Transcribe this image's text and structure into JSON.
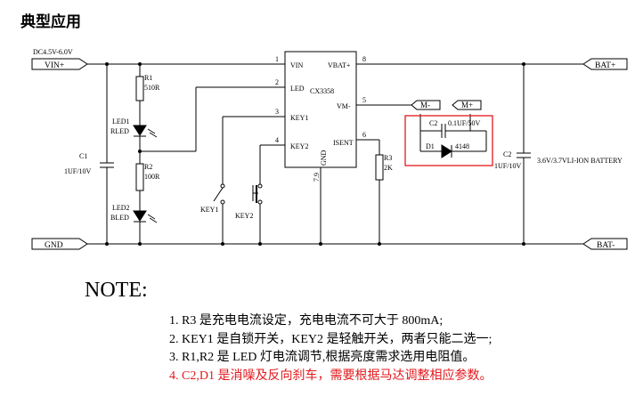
{
  "title": "典型应用",
  "schematic": {
    "input_voltage": "DC4.5V-6.0V",
    "ports": {
      "vin_plus": "VIN+",
      "gnd": "GND",
      "bat_plus": "BAT+",
      "bat_minus": "BAT-",
      "motor_minus": "M-",
      "motor_plus": "M+"
    },
    "chip": {
      "name": "CX3358",
      "pins_left": [
        {
          "num": "1",
          "name": "VIN"
        },
        {
          "num": "2",
          "name": "LED"
        },
        {
          "num": "3",
          "name": "KEY1"
        },
        {
          "num": "4",
          "name": "KEY2"
        }
      ],
      "pins_right": [
        {
          "num": "8",
          "name": "VBAT+"
        },
        {
          "num": "5",
          "name": "VM-"
        },
        {
          "num": "6",
          "name": "ISENT"
        }
      ],
      "gnd_pin": {
        "num": "7.9",
        "name": "GND"
      }
    },
    "components": {
      "r1": {
        "ref": "R1",
        "value": "510R"
      },
      "r2": {
        "ref": "R2",
        "value": "100R"
      },
      "r3": {
        "ref": "R3",
        "value": "2K"
      },
      "led1": {
        "ref": "LED1",
        "name": "RLED"
      },
      "led2": {
        "ref": "LED2",
        "name": "BLED"
      },
      "c1": {
        "ref": "C1",
        "value": "1UF/10V"
      },
      "c2_motor": {
        "ref": "C2",
        "value": "0.1UF/50V"
      },
      "c2_battery": {
        "ref": "C2",
        "value": "1UF/10V"
      },
      "d1": {
        "ref": "D1",
        "value": "4148"
      },
      "key1": {
        "ref": "KEY1"
      },
      "key2": {
        "ref": "KEY2"
      }
    },
    "battery_label": "3.6V/3.7VLI-ION BATTERY",
    "highlight_color": "#e3181c"
  },
  "note": {
    "heading": "NOTE:",
    "items": [
      "1. R3 是充电电流设定，充电电流不可大于 800mA;",
      "2. KEY1 是自锁开关，KEY2  是轻触开关，两者只能二选一;",
      "3. R1,R2 是 LED 灯电流调节,根据亮度需求选用电阻值。",
      "4. C2,D1 是消噪及反向刹车，需要根据马达调整相应参数。"
    ]
  }
}
